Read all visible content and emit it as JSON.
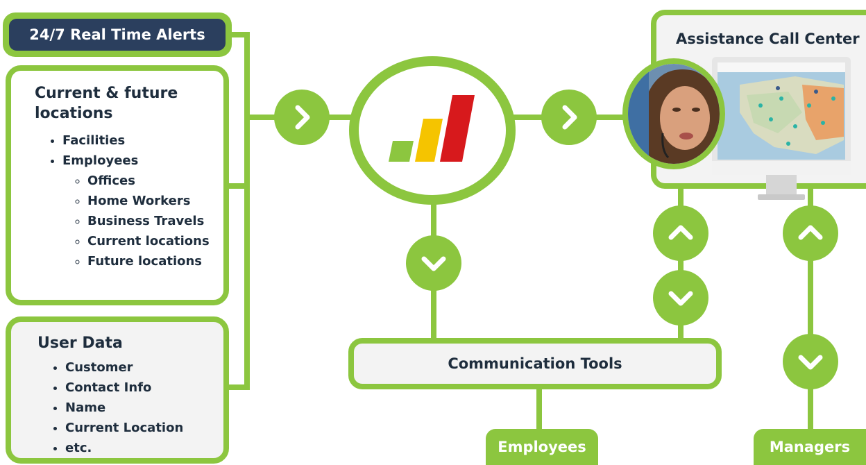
{
  "alerts": {
    "label": "24/7 Real Time Alerts"
  },
  "locations": {
    "title": "Current & future locations",
    "items": [
      "Facilities",
      "Employees"
    ],
    "sub_items": [
      "Offices",
      "Home Workers",
      "Business Travels",
      "Current locations",
      "Future locations"
    ]
  },
  "user_data": {
    "title": "User Data",
    "items": [
      "Customer",
      "Contact Info",
      "Name",
      "Current Location",
      "etc."
    ]
  },
  "call_center": {
    "title": "Assistance Call Center"
  },
  "communication": {
    "label": "Communication Tools"
  },
  "employees": {
    "label": "Employees"
  },
  "managers": {
    "label": "Managers"
  },
  "logo": {
    "bar_colors": [
      "#8cc63f",
      "#f5c400",
      "#d7191c"
    ]
  },
  "colors": {
    "accent_green": "#8cc63f",
    "navy": "#2b3f5e",
    "text": "#1e2d3d"
  }
}
